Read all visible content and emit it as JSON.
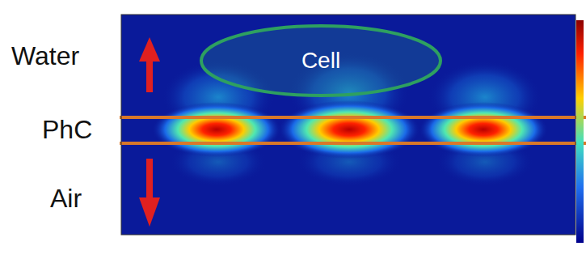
{
  "diagram": {
    "nodes": [
      {
        "text": [
          "Cell"
        ]
      }
    ],
    "labels": [
      "Water",
      "PhC",
      "Air"
    ]
  }
}
